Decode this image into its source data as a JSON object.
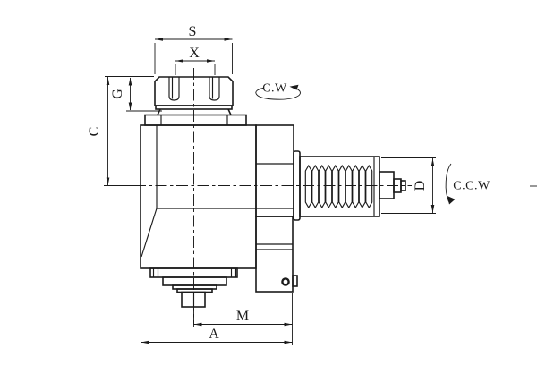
{
  "colors": {
    "background": "#ffffff",
    "ink": "#1b1b1b"
  },
  "labels": {
    "s": "S",
    "x": "X",
    "g": "G",
    "c": "C",
    "d": "D",
    "m": "M",
    "a": "A",
    "clockwise": "C.W",
    "counter_clockwise": "C.C.W"
  }
}
